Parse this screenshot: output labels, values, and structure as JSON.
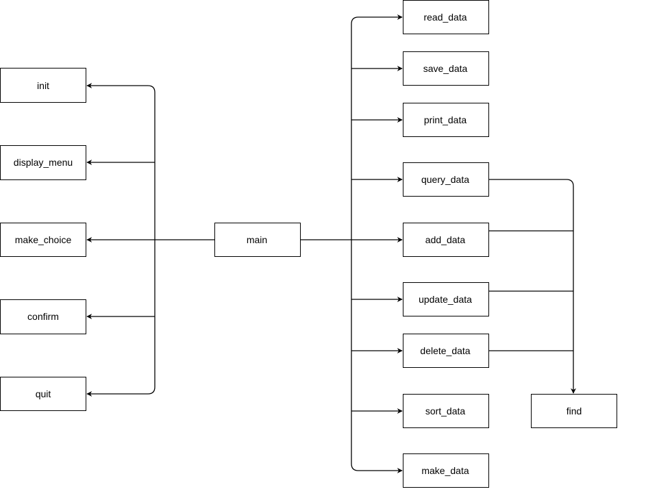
{
  "diagram": {
    "nodes": {
      "init": "init",
      "display_menu": "display_menu",
      "make_choice": "make_choice",
      "confirm": "confirm",
      "quit": "quit",
      "main": "main",
      "read_data": "read_data",
      "save_data": "save_data",
      "print_data": "print_data",
      "query_data": "query_data",
      "add_data": "add_data",
      "update_data": "update_data",
      "delete_data": "delete_data",
      "sort_data": "sort_data",
      "make_data": "make_data",
      "find": "find"
    },
    "edges": [
      [
        "main",
        "init"
      ],
      [
        "main",
        "display_menu"
      ],
      [
        "main",
        "make_choice"
      ],
      [
        "main",
        "confirm"
      ],
      [
        "main",
        "quit"
      ],
      [
        "main",
        "read_data"
      ],
      [
        "main",
        "save_data"
      ],
      [
        "main",
        "print_data"
      ],
      [
        "main",
        "query_data"
      ],
      [
        "main",
        "add_data"
      ],
      [
        "main",
        "update_data"
      ],
      [
        "main",
        "delete_data"
      ],
      [
        "main",
        "sort_data"
      ],
      [
        "main",
        "make_data"
      ],
      [
        "query_data",
        "find"
      ],
      [
        "add_data",
        "find"
      ],
      [
        "update_data",
        "find"
      ],
      [
        "delete_data",
        "find"
      ]
    ]
  }
}
